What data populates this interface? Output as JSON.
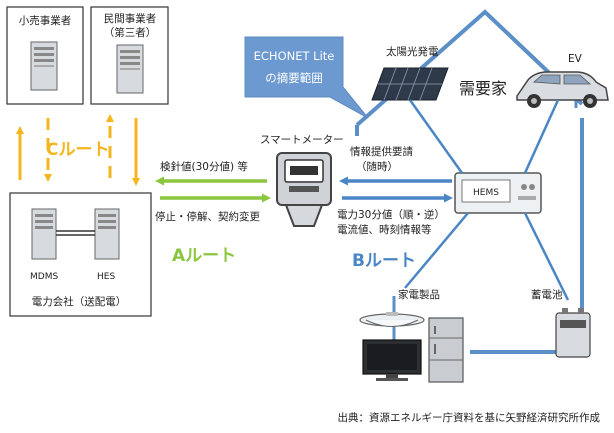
{
  "boxes": {
    "retail": "小売事業者",
    "private_line1": "民間事業者",
    "private_line2": "（第三者）",
    "utility": "電力会社（送配電）",
    "mdms": "MDMS",
    "hes": "HES"
  },
  "routes": {
    "a": "Aルート",
    "b": "Bルート",
    "c": "Cルート"
  },
  "meter": {
    "title": "スマートメーター"
  },
  "a_route_labels": {
    "top": "検針値(30分値) 等",
    "bottom": "停止・停解、契約変更"
  },
  "b_route_labels": {
    "top_line1": "情報提供要請",
    "top_line2": "（随時）",
    "bottom_line1": "電力30分値（順・逆）",
    "bottom_line2": "電流値、時刻情報等"
  },
  "echonet": {
    "line1": "ECHONET Lite",
    "line2": "の摘要範囲"
  },
  "home": {
    "label": "需要家",
    "hems": "HEMS",
    "solar": "太陽光発電",
    "ev": "EV",
    "appliances": "家電製品",
    "battery": "蓄電池"
  },
  "source": "出典：資源エネルギー庁資料を基に矢野経済研究所作成",
  "colors": {
    "c_route": "#f5b51e",
    "a_route": "#8cc63f",
    "b_route": "#4a86c5",
    "house": "#5b8fc7",
    "echonet_bubble": "#6c99cf"
  }
}
